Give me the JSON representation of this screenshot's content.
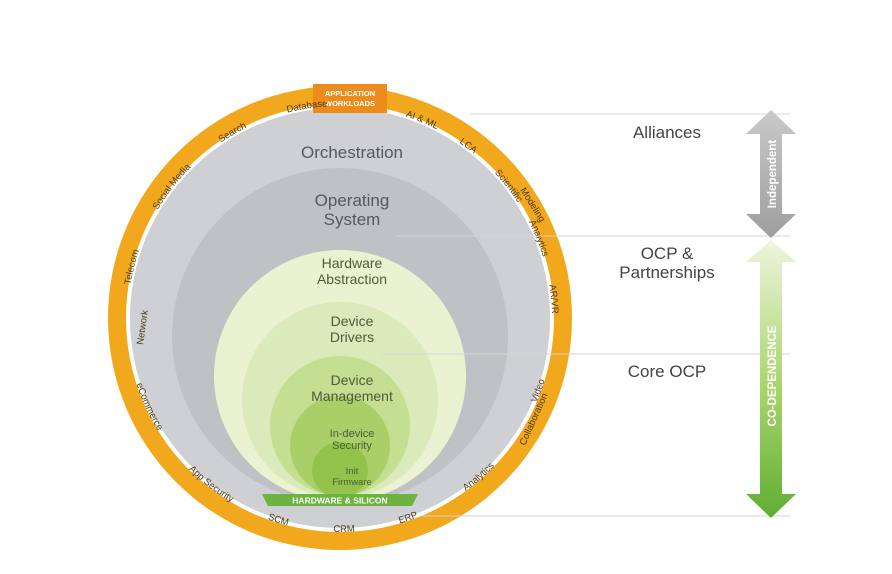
{
  "outer_ring_tag": {
    "line1": "APPLICATION",
    "line2": "WORKLOADS"
  },
  "workloads": {
    "database": "Database",
    "ai_ml": "AI & ML",
    "lca": "LCA",
    "scientific_1": "Scientific",
    "scientific_2": "Modeling",
    "analytics_right": "Analytics",
    "ar_vr": "AR/VR",
    "video_1": "Video",
    "video_2": "Collaboration",
    "analytics_bottom": "Analytics",
    "erp": "ERP",
    "crm": "CRM",
    "scm": "SCM",
    "app_security": "App Security",
    "ecommerce": "eCommerce",
    "telecom_1": "Telecom",
    "telecom_2": "Network",
    "social_media": "Social Media",
    "search": "Search"
  },
  "layers": {
    "orchestration": "Orchestration",
    "os_line1": "Operating",
    "os_line2": "System",
    "hal_line1": "Hardware",
    "hal_line2": "Abstraction",
    "drivers_line1": "Device",
    "drivers_line2": "Drivers",
    "mgmt_line1": "Device",
    "mgmt_line2": "Management",
    "security_line1": "In-device",
    "security_line2": "Security",
    "firmware_line1": "Init",
    "firmware_line2": "Firmware",
    "base": "HARDWARE & SILICON"
  },
  "side_labels": {
    "alliances": "Alliances",
    "ocp_line1": "OCP &",
    "ocp_line2": "Partnerships",
    "core": "Core OCP"
  },
  "arrows": {
    "independent": "Independent",
    "codependence": "CO-DEPENDENCE"
  },
  "colors": {
    "ring_orange": "#f2a81d",
    "tag_orange": "#ec8c1d",
    "gray_outer": "#cfd0d3",
    "gray_inner": "#bfc1c5",
    "green_1": "#eaf2d2",
    "green_2": "#dbeaba",
    "green_3": "#c4de92",
    "green_4": "#aacf69",
    "green_5": "#93c34a",
    "base_green": "#6cb33f",
    "arrow_gray": "#aeaeae",
    "arrow_green": "#6cb33f"
  }
}
